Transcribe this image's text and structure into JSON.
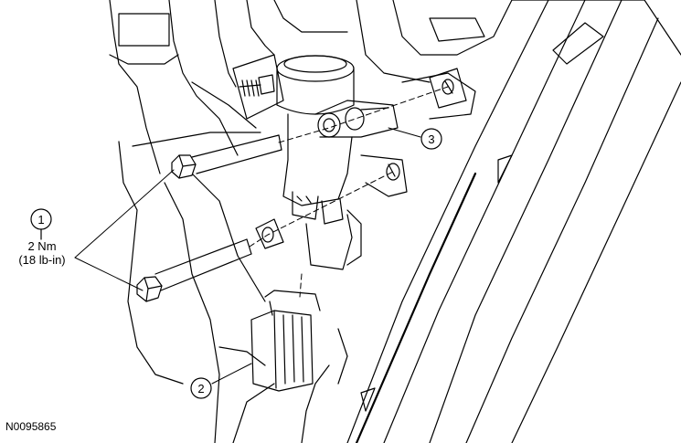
{
  "callouts": [
    {
      "number": "1",
      "torque_line1": "2 Nm",
      "torque_line2": "(18 lb-in)"
    },
    {
      "number": "2"
    },
    {
      "number": "3"
    }
  ],
  "figure_id": "N0095865",
  "colors": {
    "line": "#000000",
    "background": "#ffffff"
  }
}
